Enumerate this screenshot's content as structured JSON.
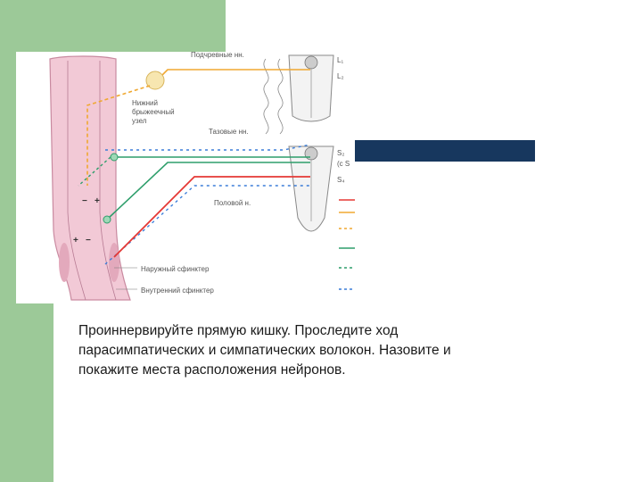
{
  "slide": {
    "caption": "Проиннервируйте прямую кишку. Проследите ход парасимпатических и симпатических волокон. Назовите и покажите места расположения нейронов."
  },
  "figure": {
    "labels": {
      "hypogastric_nerves": "Подчревные нн.",
      "lumbar_1": "L₁",
      "lumbar_2": "L₂",
      "inferior_mesenteric_ganglion_line1": "Нижний",
      "inferior_mesenteric_ganglion_line2": "брыжеечный",
      "inferior_mesenteric_ganglion_line3": "узел",
      "pelvic_nerves": "Тазовые нн.",
      "sacral_2": "S₂",
      "sacral_to": "(с S",
      "sacral_4": "S₄",
      "pudendal_nerve": "Половой н.",
      "external_sphincter": "Наружный сфинктер",
      "internal_sphincter": "Внутренний сфинктер",
      "plus_1": "+",
      "minus_1": "−",
      "minus_2": "−",
      "plus_2": "+"
    },
    "legend_colors": [
      "#e53935",
      "#f0a830",
      "#f0a830",
      "#2e9e6b",
      "#2e9e6b",
      "#3b7dd8"
    ],
    "colors": {
      "sympathetic": "#f0a830",
      "parasympathetic": "#2e9e6b",
      "somatic": "#e53935",
      "afferent": "#3b7dd8",
      "rectum": "#f2c9d6"
    }
  }
}
